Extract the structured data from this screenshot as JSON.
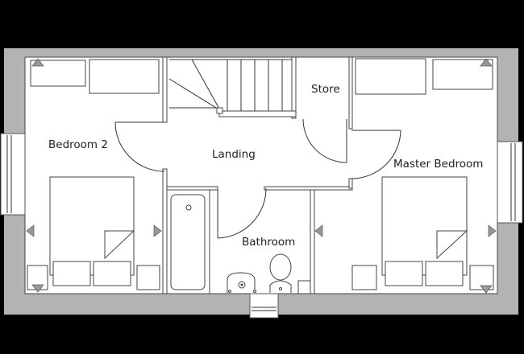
{
  "floorplan": {
    "rooms": {
      "bedroom2": "Bedroom 2",
      "landing": "Landing",
      "store": "Store",
      "master_bedroom": "Master Bedroom",
      "bathroom": "Bathroom"
    },
    "colors": {
      "background": "#000000",
      "external_wall": "#b3b3b3",
      "floor": "#ffffff",
      "line": "#333333"
    }
  }
}
